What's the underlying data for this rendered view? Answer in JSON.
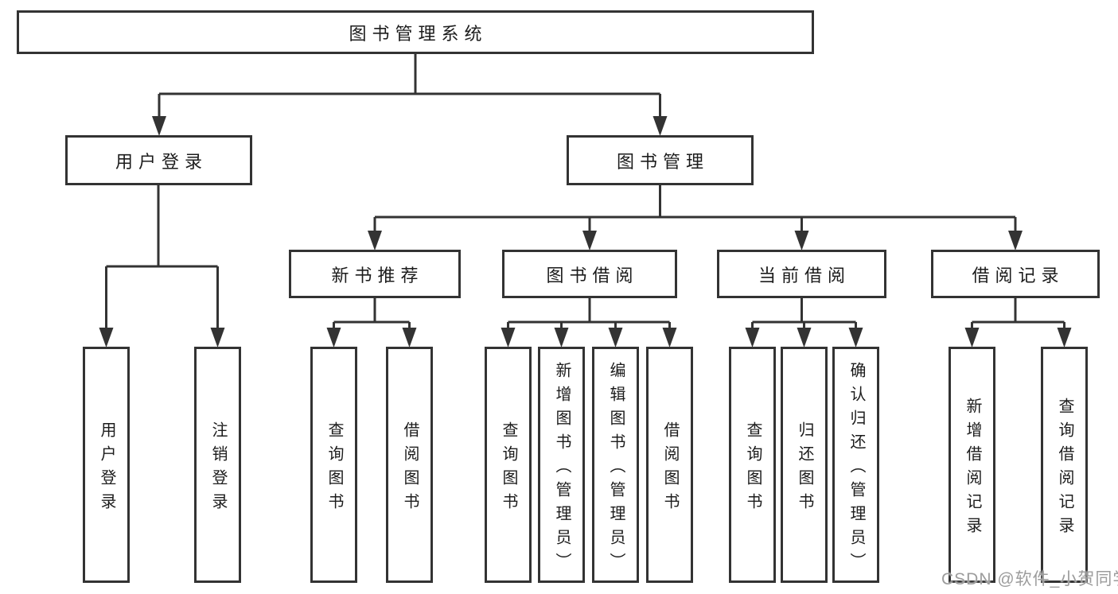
{
  "diagram": {
    "title": "图书管理系统",
    "level2": [
      {
        "label": "用户登录",
        "children": [
          {
            "label": "用户登录"
          },
          {
            "label": "注销登录"
          }
        ]
      },
      {
        "label": "图书管理",
        "sections": [
          {
            "label": "新书推荐",
            "children": [
              {
                "label": "查询图书"
              },
              {
                "label": "借阅图书"
              }
            ]
          },
          {
            "label": "图书借阅",
            "children": [
              {
                "label": "查询图书"
              },
              {
                "label": "新增图书（管理员）"
              },
              {
                "label": "编辑图书（管理员）"
              },
              {
                "label": "借阅图书"
              }
            ]
          },
          {
            "label": "当前借阅",
            "children": [
              {
                "label": "查询图书"
              },
              {
                "label": "归还图书"
              },
              {
                "label": "确认归还（管理员）"
              }
            ]
          },
          {
            "label": "借阅记录",
            "children": [
              {
                "label": "新增借阅记录"
              },
              {
                "label": "查询借阅记录"
              }
            ]
          }
        ]
      }
    ]
  },
  "watermark": {
    "text": "CSDN @软件_小贺同学"
  },
  "colors": {
    "background": "#ffffff",
    "line": "#333333",
    "box_border": "#333333",
    "text": "#1c1c1c",
    "watermark": "#9c9c9c"
  }
}
